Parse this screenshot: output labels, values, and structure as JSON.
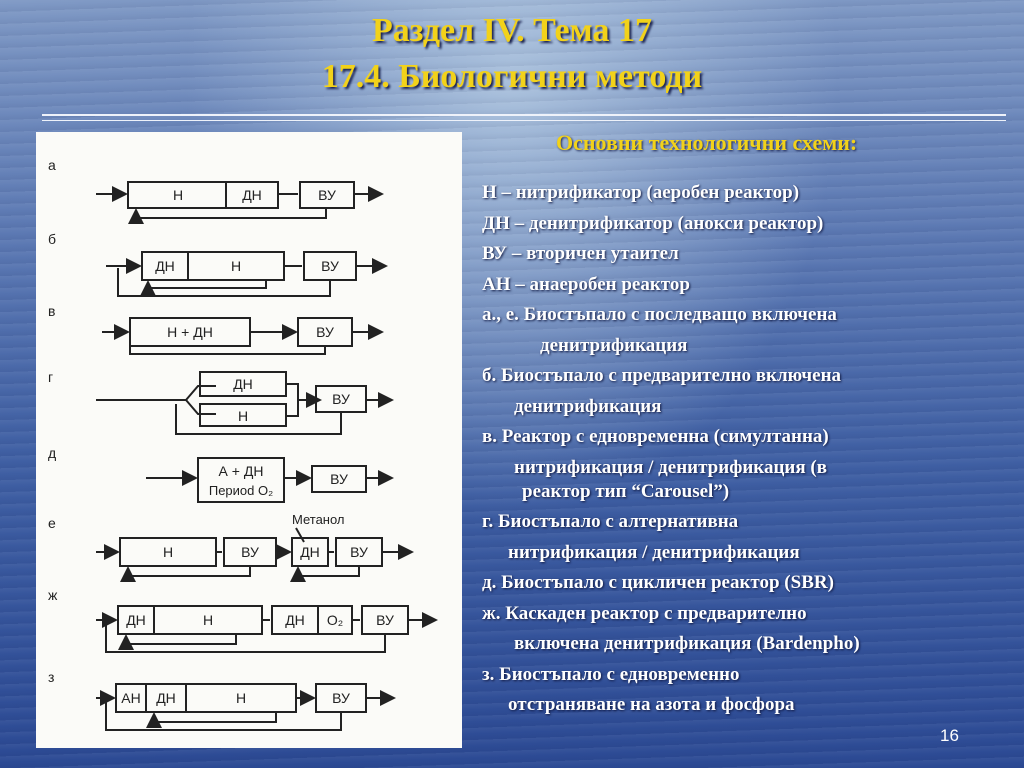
{
  "title": {
    "line1": "Раздел IV. Тема 17",
    "line2": "17.4. Биологични методи"
  },
  "subtitle": "Основни технологични схеми:",
  "legend": [
    {
      "text": "Н – нитрификатор (аеробен реактор)"
    },
    {
      "text": "ДН – денитрификатор (анокси реактор)"
    },
    {
      "text": "ВУ – вторичен утаител"
    },
    {
      "text": "АН – анаеробен реактор"
    },
    {
      "text": "а., е. Биостъпало с последващо включена"
    },
    {
      "text": "денитрификация"
    },
    {
      "text": "б. Биостъпало с предварително включена"
    },
    {
      "text": "денитрификация"
    },
    {
      "text": "в. Реактор с едновременна (симултанна)"
    },
    {
      "text": "нитрификация / денитрификация (в"
    },
    {
      "text": "реактор тип “Carousel”)"
    },
    {
      "text": "г. Биостъпало с алтернативна"
    },
    {
      "text": "нитрификация / денитрификация"
    },
    {
      "text": "д. Биостъпало с цикличен реактор (SBR)"
    },
    {
      "text": "ж. Каскаден реактор с предварително"
    },
    {
      "text": "включена денитрификация (Bardenpho)"
    },
    {
      "text": "з. Биостъпало с едновременно"
    },
    {
      "text": "отстраняване на азота и фосфора"
    }
  ],
  "diagram": {
    "row_a": {
      "letter": "а",
      "box1": "Н",
      "box2": "ДН",
      "box3": "ВУ"
    },
    "row_b": {
      "letter": "б",
      "box1": "ДН",
      "box2": "Н",
      "box3": "ВУ"
    },
    "row_v": {
      "letter": "в",
      "box1": "Н + ДН",
      "box2": "ВУ"
    },
    "row_g": {
      "letter": "г",
      "box1": "ДН",
      "box2": "Н",
      "box3": "ВУ"
    },
    "row_d": {
      "letter": "д",
      "box1_line1": "А + ДН",
      "box1_line2": "Периоd O₂",
      "box2": "ВУ"
    },
    "row_e": {
      "letter": "е",
      "label": "Метанол",
      "box1": "Н",
      "box2": "ВУ",
      "box3": "ДН",
      "box4": "ВУ"
    },
    "row_zh": {
      "letter": "ж",
      "box1": "ДН",
      "box2": "Н",
      "box3": "ДН",
      "box4": "O₂",
      "box5": "ВУ"
    },
    "row_z": {
      "letter": "з",
      "box1": "АН",
      "box2": "ДН",
      "box3": "Н",
      "box4": "ВУ"
    }
  },
  "page_number": "16"
}
